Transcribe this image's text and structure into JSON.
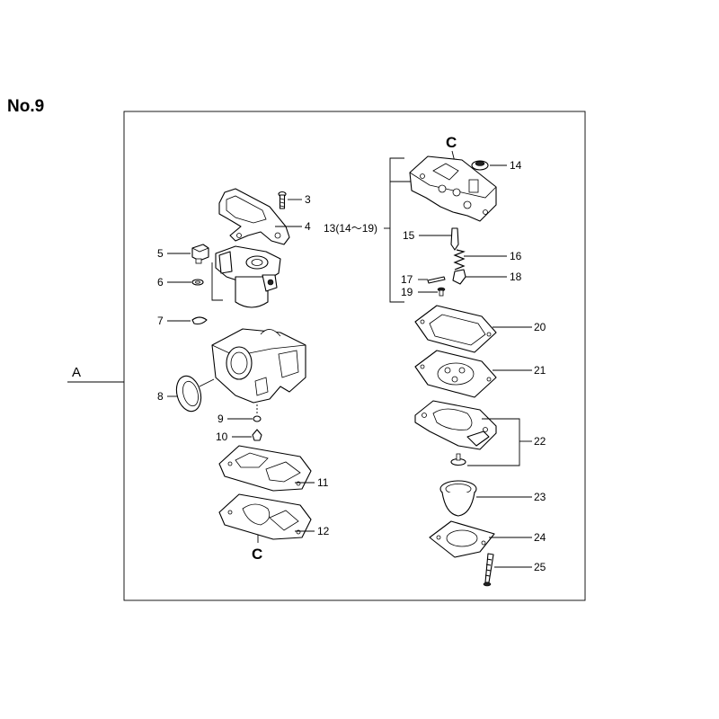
{
  "title": "No.9",
  "frame_label": "A",
  "ref_label": "C",
  "parts": [
    {
      "id": "p3",
      "label": "3"
    },
    {
      "id": "p4",
      "label": "4"
    },
    {
      "id": "p5",
      "label": "5"
    },
    {
      "id": "p6",
      "label": "6"
    },
    {
      "id": "p7",
      "label": "7"
    },
    {
      "id": "p8",
      "label": "8"
    },
    {
      "id": "p9",
      "label": "9"
    },
    {
      "id": "p10",
      "label": "10"
    },
    {
      "id": "p11",
      "label": "11"
    },
    {
      "id": "p12",
      "label": "12"
    },
    {
      "id": "p13",
      "label": "13(14～19)"
    },
    {
      "id": "p14",
      "label": "14"
    },
    {
      "id": "p15",
      "label": "15"
    },
    {
      "id": "p16",
      "label": "16"
    },
    {
      "id": "p17",
      "label": "17"
    },
    {
      "id": "p18",
      "label": "18"
    },
    {
      "id": "p19",
      "label": "19"
    },
    {
      "id": "p20",
      "label": "20"
    },
    {
      "id": "p21",
      "label": "21"
    },
    {
      "id": "p22",
      "label": "22"
    },
    {
      "id": "p23",
      "label": "23"
    },
    {
      "id": "p24",
      "label": "24"
    },
    {
      "id": "p25",
      "label": "25"
    }
  ]
}
